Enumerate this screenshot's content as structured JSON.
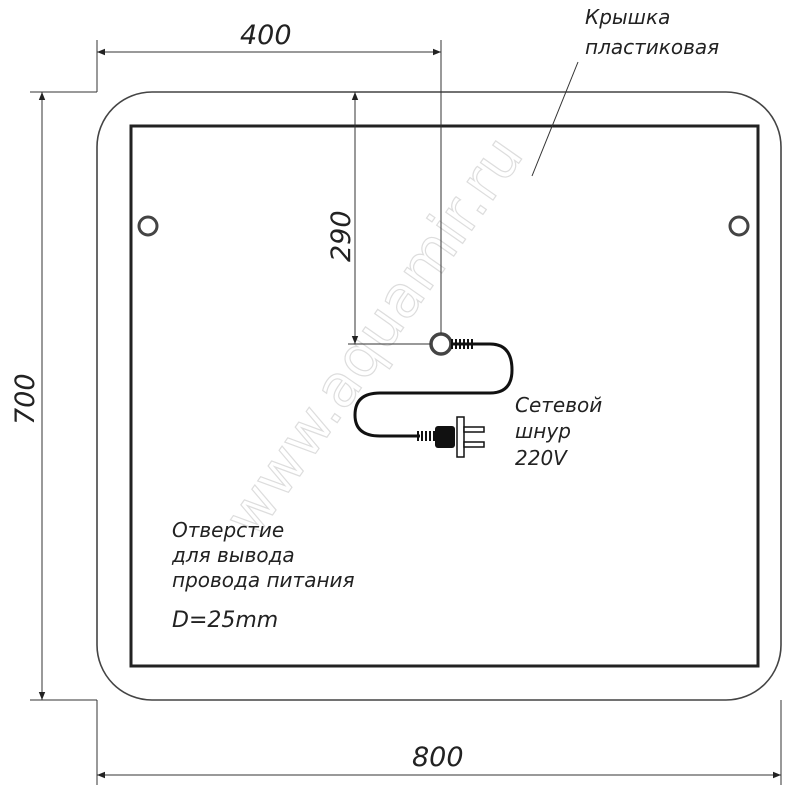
{
  "dimensions": {
    "top_width": "400",
    "overall_height": "700",
    "hole_offset": "290",
    "overall_width": "800"
  },
  "labels": {
    "cover": [
      "Крышка",
      "пластиковая"
    ],
    "cord": [
      "Сетевой",
      "шнур",
      "220V"
    ],
    "hole": [
      "Отверстие",
      "для вывода",
      "провода питания"
    ],
    "hole_diameter": "D=25mm"
  },
  "watermark": "www.aquamir.ru"
}
